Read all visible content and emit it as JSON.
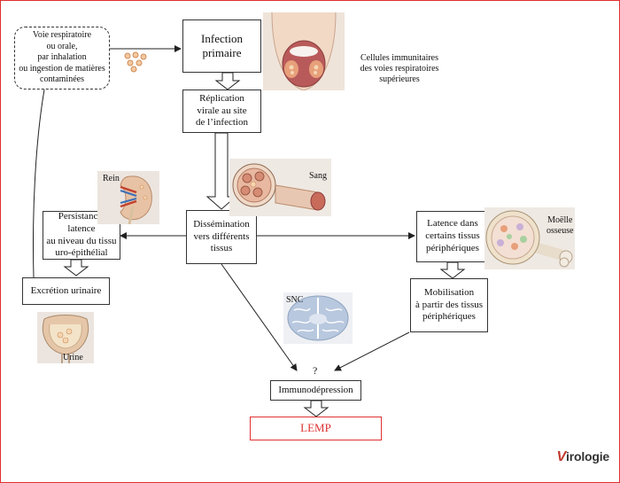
{
  "nodes": {
    "route": "Voie respiratoire\nou orale,\npar inhalation\nou ingestion de matières\ncontaminées",
    "infection": "Infection\nprimaire",
    "replication": "Réplication\nvirale au site\nde l’infection",
    "dissemination": "Dissémination\nvers différents\ntissus",
    "persistance": "Persistance/\nlatence\nau niveau du tissu\nuro-épithélial",
    "excretion": "Excrétion urinaire",
    "latence": "Latence dans\ncertains tissus\npériphériques",
    "mobilisation": "Mobilisation\nà partir des tissus\npériphériques",
    "immuno": "Immunodépression",
    "lemp": "LEMP",
    "question": "?"
  },
  "labels": {
    "cellules": "Cellules immunitaires\ndes voies respiratoires\nsupérieures",
    "rein": "Rein",
    "sang": "Sang",
    "moelle": "Moëlle\nosseuse",
    "snc": "SNC",
    "urine": "Urine"
  },
  "logo": {
    "initial": "V",
    "rest": "irologie"
  },
  "colors": {
    "frame": "#e03030",
    "lemp": "#e03030"
  }
}
